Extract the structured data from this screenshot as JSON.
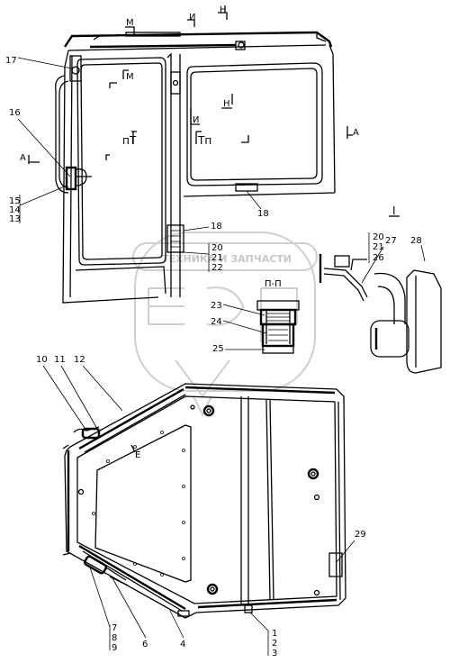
{
  "watermark": {
    "text": "ТЕХНИКА И ЗАПЧАСТИ"
  },
  "section_marks": {
    "m_top": "М",
    "i_top": "И",
    "n_top": "Н",
    "m_inner": "М",
    "n_inner": "Н",
    "i_inner": "И",
    "pt_left": "пТ",
    "tp_right": "Тп",
    "a_left": "А",
    "a_right": "А",
    "detail_roman": "I",
    "section_pp": "П-П",
    "view_e": "Е"
  },
  "callouts": {
    "c1": "1",
    "c2": "2",
    "c3": "3",
    "c4": "4",
    "c6": "6",
    "c7": "7",
    "c8": "8",
    "c9": "9",
    "c10": "10",
    "c11": "11",
    "c12": "12",
    "c13": "13",
    "c14": "14",
    "c15": "15",
    "c16": "16",
    "c17": "17",
    "c18a": "18",
    "c18b": "18",
    "c20a": "20",
    "c21a": "21",
    "c22": "22",
    "c20b": "20",
    "c21b": "21",
    "c26": "26",
    "c27": "27",
    "c28": "28",
    "c23": "23",
    "c24": "24",
    "c25": "25",
    "c29": "29"
  }
}
